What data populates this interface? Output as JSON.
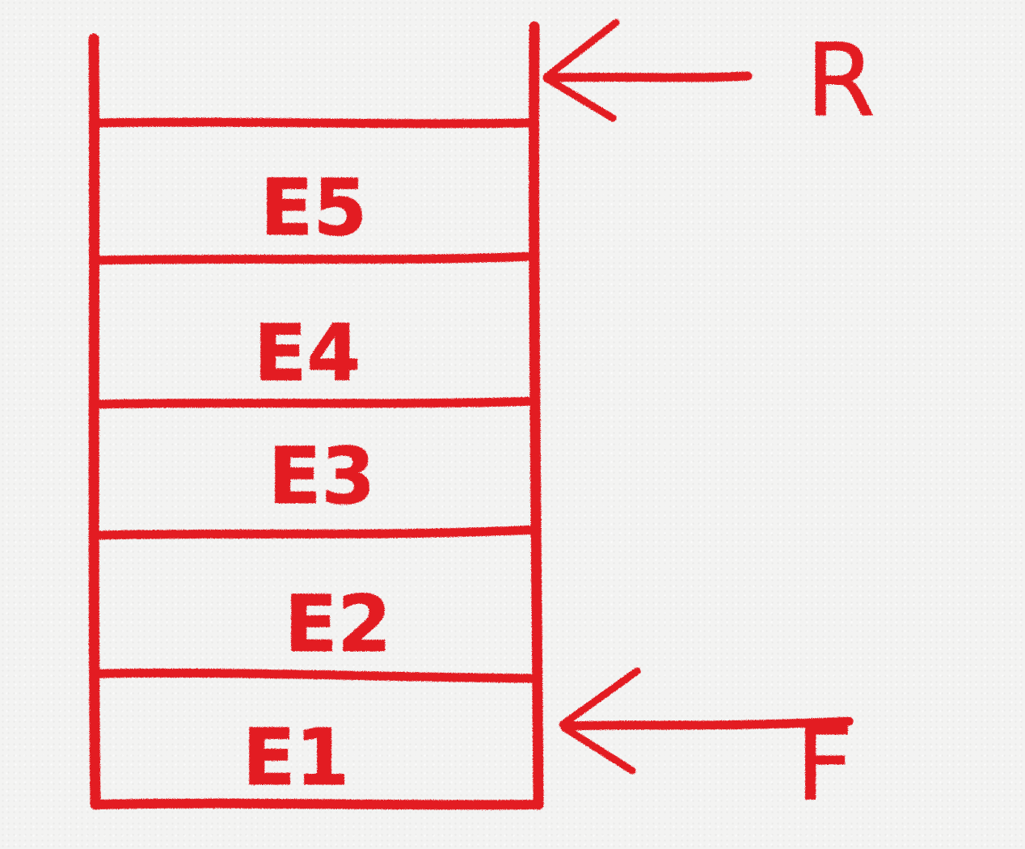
{
  "ink_color": "#e31b23",
  "queue": {
    "cells": [
      {
        "label": "E5"
      },
      {
        "label": "E4"
      },
      {
        "label": "E3"
      },
      {
        "label": "E2"
      },
      {
        "label": "E1"
      }
    ]
  },
  "pointers": {
    "rear": {
      "label": "R",
      "icon": "left-arrow-icon"
    },
    "front": {
      "label": "F",
      "icon": "left-arrow-icon"
    }
  }
}
